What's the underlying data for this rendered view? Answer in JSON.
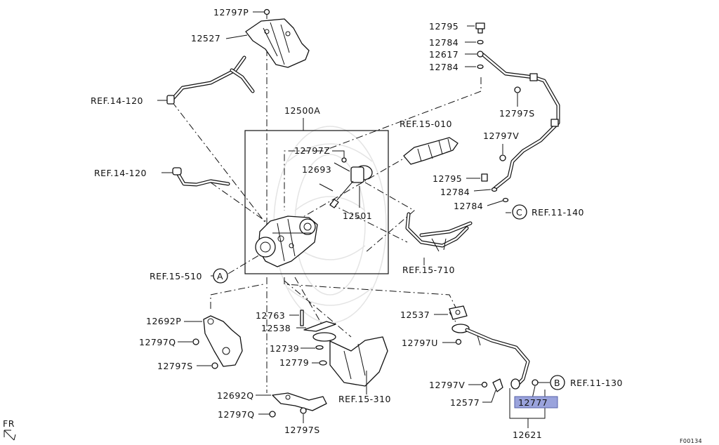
{
  "labels": {
    "p12797P": "12797P",
    "p12527": "12527",
    "ref14_120_a": "REF.14-120",
    "ref14_120_b": "REF.14-120",
    "p12500A": "12500A",
    "p12797Z": "12797Z",
    "p12693": "12693",
    "p12501": "12501",
    "ref15_010": "REF.15-010",
    "p12795_a": "12795",
    "p12784_a": "12784",
    "p12617": "12617",
    "p12784_b": "12784",
    "p12797S_a": "12797S",
    "p12797V_a": "12797V",
    "p12795_b": "12795",
    "p12784_c": "12784",
    "p12784_d": "12784",
    "ref11_140": "REF.11-140",
    "callout_c": "C",
    "ref15_710": "REF.15-710",
    "ref15_510": "REF.15-510",
    "callout_a": "A",
    "p12692P": "12692P",
    "p12797Q_a": "12797Q",
    "p12797S_b": "12797S",
    "p12763": "12763",
    "p12538": "12538",
    "p12739": "12739",
    "p12779": "12779",
    "ref15_310": "REF.15-310",
    "p12692Q": "12692Q",
    "p12797Q_b": "12797Q",
    "p12797S_c": "12797S",
    "p12537": "12537",
    "p12797U": "12797U",
    "p12797V_b": "12797V",
    "p12577": "12577",
    "p12777": "12777",
    "p12621": "12621",
    "ref11_130": "REF.11-130",
    "callout_b": "B",
    "fr": "FR",
    "figure_code": "F00134"
  },
  "colors": {
    "line": "#111111",
    "highlight": "#9aa3dc",
    "highlight_border": "#5560a8",
    "background": "#ffffff"
  },
  "icons": {
    "front_direction": "fr-arrow-icon"
  }
}
